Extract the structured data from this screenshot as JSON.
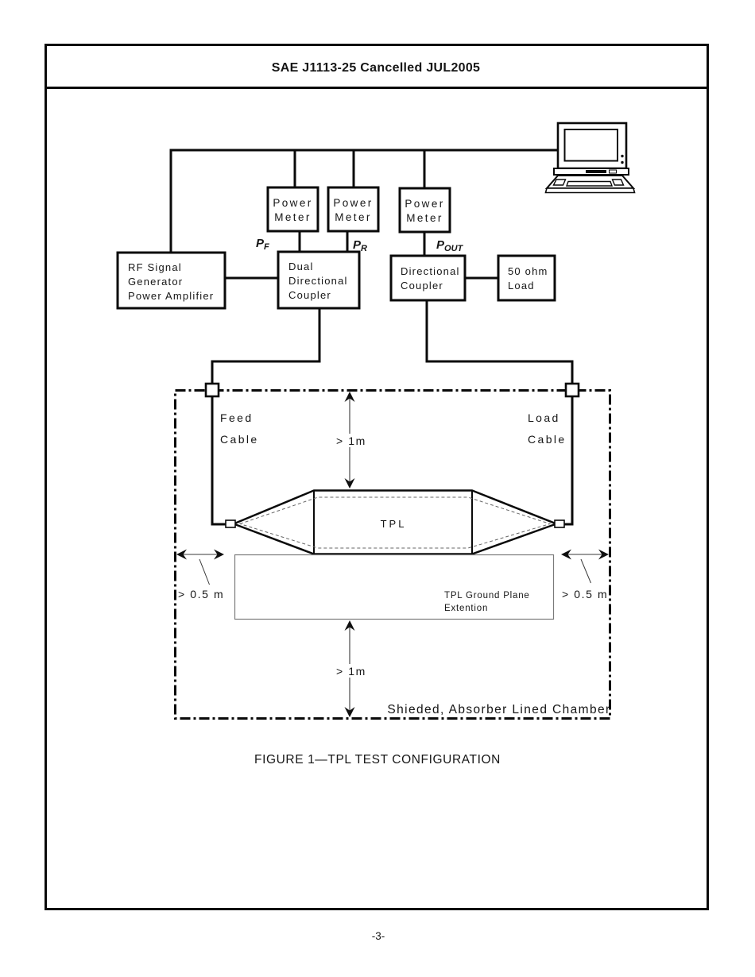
{
  "page": {
    "header_title": "SAE J1113-25 Cancelled JUL2005",
    "figure_caption": "FIGURE 1—TPL TEST CONFIGURATION",
    "page_number": "-3-"
  },
  "diagram": {
    "power_meter": [
      "Power",
      "Meter"
    ],
    "rf_box": [
      "RF Signal",
      "Generator",
      "Power Amplifier"
    ],
    "dual_coupler_box": [
      "Dual",
      "Directional",
      "Coupler"
    ],
    "directional_coupler_box": [
      "Directional",
      "Coupler"
    ],
    "load_box": [
      "50 ohm",
      "Load"
    ],
    "power_labels": {
      "pf": {
        "base": "P",
        "sub": "F"
      },
      "pr": {
        "base": "P",
        "sub": "R"
      },
      "pout": {
        "base": "P",
        "sub": "OUT"
      }
    },
    "feed_cable": [
      "Feed",
      "Cable"
    ],
    "load_cable": [
      "Load",
      "Cable"
    ],
    "tpl": "TPL",
    "ground_plane": [
      "TPL Ground Plane",
      "Extention"
    ],
    "dimensions": {
      "top": "> 1m",
      "bottom": "> 1m",
      "left": "> 0.5 m",
      "right": "> 0.5 m"
    },
    "chamber_label": "Shieded, Absorber Lined Chamber",
    "icons": {
      "computer": "computer-icon"
    }
  },
  "colors": {
    "ink": "#0a0a0a",
    "paper": "#ffffff",
    "thin_line": "#3a3a3a"
  }
}
